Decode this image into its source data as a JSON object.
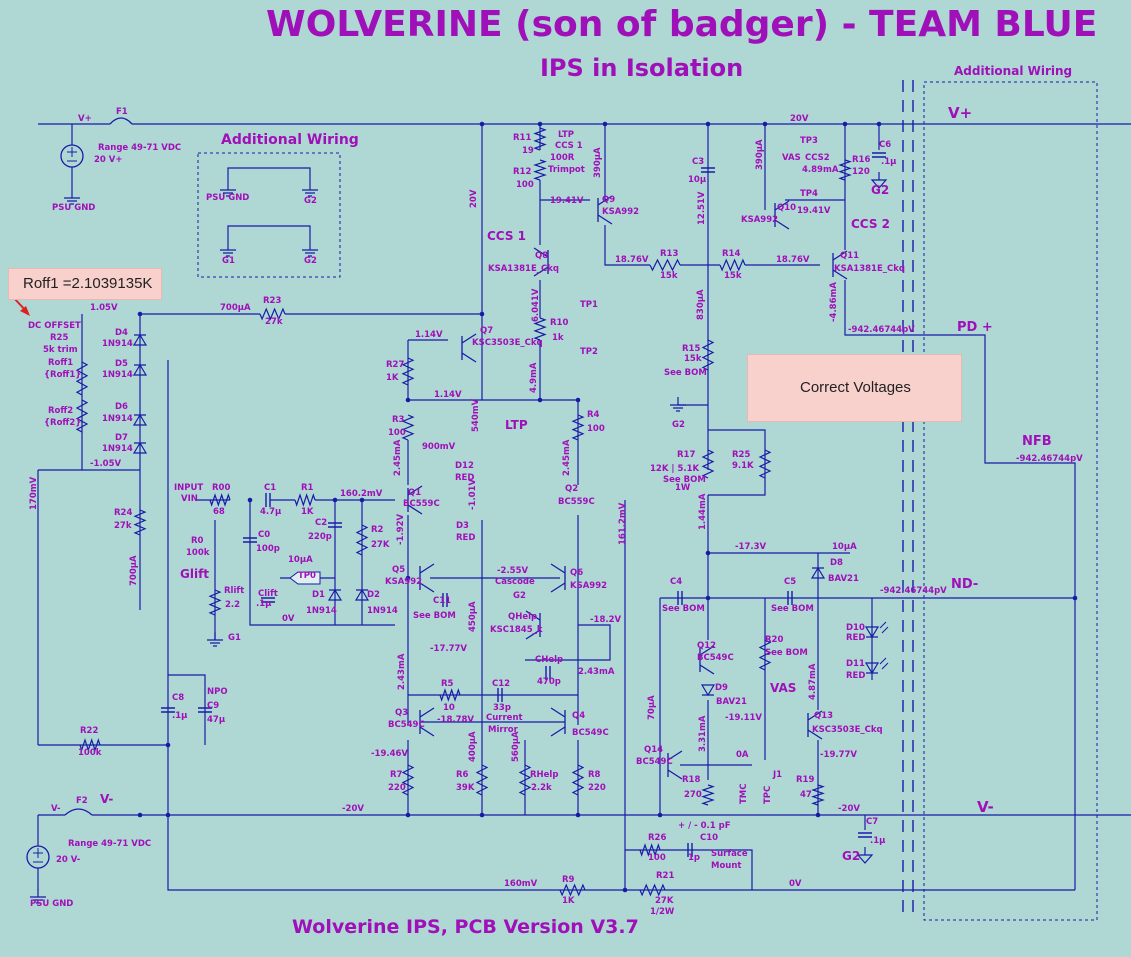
{
  "colors": {
    "background": "#afd8d4",
    "wire": "#1a1aa8",
    "label": "#a010b8",
    "component": "#1a1aa8",
    "note": "#f8d0cc",
    "arrow": "#e02020"
  },
  "title": "WOLVERINE (son of badger) - TEAM BLUE",
  "subtitle": "IPS in Isolation",
  "footer": "Wolverine IPS, PCB Version V3.7",
  "notes": {
    "roff1": "Roff1 =2.1039135K",
    "correct": "Correct Voltages"
  },
  "rails": {
    "vplus": "V+",
    "vminus": "V-",
    "pd": "PD +",
    "nd": "ND-",
    "nfb": "NFB"
  },
  "labels": [
    {
      "id": "aw1",
      "text": "Additional Wiring",
      "size": "big"
    },
    {
      "id": "aw2",
      "text": "Additional Wiring",
      "size": "med"
    },
    {
      "id": "vp_src",
      "text": "V+"
    },
    {
      "id": "f1",
      "text": "F1"
    },
    {
      "id": "range1",
      "text": "Range 49-71 VDC"
    },
    {
      "id": "src1",
      "text": "20  V+"
    },
    {
      "id": "psu1",
      "text": "PSU GND"
    },
    {
      "id": "psugnd_w",
      "text": "PSU GND"
    },
    {
      "id": "g2_w",
      "text": "G2"
    },
    {
      "id": "g1_w",
      "text": "G1"
    },
    {
      "id": "g2_w2",
      "text": "G2"
    },
    {
      "id": "v20a",
      "text": "20V"
    },
    {
      "id": "v20b",
      "text": "20V"
    },
    {
      "id": "ccs1",
      "text": "CCS 1",
      "size": "med"
    },
    {
      "id": "ccs2",
      "text": "CCS 2",
      "size": "med"
    },
    {
      "id": "r11",
      "text": "R11"
    },
    {
      "id": "r11v",
      "text": "19"
    },
    {
      "id": "r12",
      "text": "R12"
    },
    {
      "id": "r12v",
      "text": "100"
    },
    {
      "id": "ltp1",
      "text": "LTP"
    },
    {
      "id": "ccs1b",
      "text": "CCS 1"
    },
    {
      "id": "r100",
      "text": "100R"
    },
    {
      "id": "trim",
      "text": "Trimpot"
    },
    {
      "id": "i390a",
      "text": "390µA"
    },
    {
      "id": "q9",
      "text": "Q9"
    },
    {
      "id": "ksa992a",
      "text": "KSA992"
    },
    {
      "id": "v1941a",
      "text": "19.41V"
    },
    {
      "id": "q8",
      "text": "Q8"
    },
    {
      "id": "ksa1381a",
      "text": "KSA1381E_Ckq"
    },
    {
      "id": "v1876a",
      "text": "18.76V"
    },
    {
      "id": "r13",
      "text": "R13"
    },
    {
      "id": "r13v",
      "text": "15k"
    },
    {
      "id": "r14",
      "text": "R14"
    },
    {
      "id": "r14v",
      "text": "15k"
    },
    {
      "id": "v1876b",
      "text": "18.76V"
    },
    {
      "id": "c3",
      "text": "C3"
    },
    {
      "id": "c3v",
      "text": "10µ"
    },
    {
      "id": "v1251",
      "text": "12.51V"
    },
    {
      "id": "tp3",
      "text": "TP3"
    },
    {
      "id": "tp4",
      "text": "TP4"
    },
    {
      "id": "vas1",
      "text": "VAS"
    },
    {
      "id": "ccs2b",
      "text": "CCS2"
    },
    {
      "id": "i489",
      "text": "4.89mA"
    },
    {
      "id": "r16",
      "text": "R16"
    },
    {
      "id": "r16v",
      "text": "120"
    },
    {
      "id": "c6",
      "text": "C6"
    },
    {
      "id": "c6v",
      "text": ".1µ"
    },
    {
      "id": "g2a",
      "text": "G2",
      "size": "med"
    },
    {
      "id": "i390b",
      "text": "390µA"
    },
    {
      "id": "q10",
      "text": "Q10"
    },
    {
      "id": "ksa992b",
      "text": "KSA992"
    },
    {
      "id": "v1941b",
      "text": "19.41V"
    },
    {
      "id": "q11",
      "text": "Q11"
    },
    {
      "id": "ksa1381b",
      "text": "KSA1381E_Ckq"
    },
    {
      "id": "i486",
      "text": "-4.86mA"
    },
    {
      "id": "v942a",
      "text": "-942.46744pV"
    },
    {
      "id": "v105a",
      "text": "1.05V"
    },
    {
      "id": "i700a",
      "text": "700µA"
    },
    {
      "id": "r23",
      "text": "R23"
    },
    {
      "id": "r23v",
      "text": "27k"
    },
    {
      "id": "dcoff",
      "text": "DC OFFSET"
    },
    {
      "id": "r25a",
      "text": "R25"
    },
    {
      "id": "trim5k",
      "text": "5k trim"
    },
    {
      "id": "roff1",
      "text": "Roff1"
    },
    {
      "id": "roff1v",
      "text": "{Roff1}"
    },
    {
      "id": "roff2",
      "text": "Roff2"
    },
    {
      "id": "roff2v",
      "text": "{Roff2}"
    },
    {
      "id": "d4",
      "text": "D4"
    },
    {
      "id": "d4v",
      "text": "1N914"
    },
    {
      "id": "d5",
      "text": "D5"
    },
    {
      "id": "d5v",
      "text": "1N914"
    },
    {
      "id": "d6",
      "text": "D6"
    },
    {
      "id": "d6v",
      "text": "1N914"
    },
    {
      "id": "d7",
      "text": "D7"
    },
    {
      "id": "d7v",
      "text": "1N914"
    },
    {
      "id": "v105b",
      "text": "-1.05V"
    },
    {
      "id": "v170",
      "text": "170mV"
    },
    {
      "id": "v604",
      "text": "6.041V"
    },
    {
      "id": "tp1",
      "text": "TP1"
    },
    {
      "id": "tp2",
      "text": "TP2"
    },
    {
      "id": "r10",
      "text": "R10"
    },
    {
      "id": "r10v",
      "text": "1k"
    },
    {
      "id": "i49",
      "text": "4.9mA"
    },
    {
      "id": "q7",
      "text": "Q7"
    },
    {
      "id": "ksc3503a",
      "text": "KSC3503E_Ckq"
    },
    {
      "id": "v114a",
      "text": "1.14V"
    },
    {
      "id": "r27",
      "text": "R27"
    },
    {
      "id": "r27v",
      "text": "1K"
    },
    {
      "id": "v114b",
      "text": "1.14V"
    },
    {
      "id": "i830",
      "text": "830µA"
    },
    {
      "id": "r15",
      "text": "R15"
    },
    {
      "id": "r15v",
      "text": "15k"
    },
    {
      "id": "r15b",
      "text": "See BOM"
    },
    {
      "id": "g2b",
      "text": "G2"
    },
    {
      "id": "r3",
      "text": "R3"
    },
    {
      "id": "r3v",
      "text": "100"
    },
    {
      "id": "r4",
      "text": "R4"
    },
    {
      "id": "r4v",
      "text": "100"
    },
    {
      "id": "ltp2",
      "text": "LTP",
      "size": "med"
    },
    {
      "id": "i540",
      "text": "540mV"
    },
    {
      "id": "v900",
      "text": "900mV"
    },
    {
      "id": "i245a",
      "text": "2.45mA"
    },
    {
      "id": "i245b",
      "text": "2.45mA"
    },
    {
      "id": "d12",
      "text": "D12"
    },
    {
      "id": "d12v",
      "text": "RED"
    },
    {
      "id": "d3",
      "text": "D3"
    },
    {
      "id": "d3v",
      "text": "RED"
    },
    {
      "id": "v101",
      "text": "-1.01V"
    },
    {
      "id": "r17",
      "text": "R17"
    },
    {
      "id": "r17v",
      "text": "12K | 5.1K"
    },
    {
      "id": "r17b",
      "text": "See BOM"
    },
    {
      "id": "r17c",
      "text": "1W"
    },
    {
      "id": "r25",
      "text": "R25"
    },
    {
      "id": "r25v",
      "text": "9.1K"
    },
    {
      "id": "input",
      "text": "INPUT"
    },
    {
      "id": "vin",
      "text": "VIN"
    },
    {
      "id": "r00",
      "text": "R00"
    },
    {
      "id": "r00v",
      "text": "68"
    },
    {
      "id": "c1",
      "text": "C1"
    },
    {
      "id": "c1v",
      "text": "4.7µ"
    },
    {
      "id": "r1",
      "text": "R1"
    },
    {
      "id": "r1v",
      "text": "1K"
    },
    {
      "id": "v160a",
      "text": "160.2mV"
    },
    {
      "id": "q1",
      "text": "Q1"
    },
    {
      "id": "bc559a",
      "text": "BC559C"
    },
    {
      "id": "q2",
      "text": "Q2"
    },
    {
      "id": "bc559b",
      "text": "BC559C"
    },
    {
      "id": "v161",
      "text": "161.2mV"
    },
    {
      "id": "c2",
      "text": "C2"
    },
    {
      "id": "c2v",
      "text": "220p"
    },
    {
      "id": "r2",
      "text": "R2"
    },
    {
      "id": "r2v",
      "text": "27K"
    },
    {
      "id": "r0",
      "text": "R0"
    },
    {
      "id": "r0v",
      "text": "100k"
    },
    {
      "id": "c0",
      "text": "C0"
    },
    {
      "id": "c0v",
      "text": "100p"
    },
    {
      "id": "r24",
      "text": "R24"
    },
    {
      "id": "r24v",
      "text": "27k"
    },
    {
      "id": "i700b",
      "text": "700µA"
    },
    {
      "id": "glift",
      "text": "Glift",
      "size": "med"
    },
    {
      "id": "i10a",
      "text": "10µA"
    },
    {
      "id": "tp0",
      "text": "TP0"
    },
    {
      "id": "rlift",
      "text": "Rlift"
    },
    {
      "id": "rliftv",
      "text": "2.2"
    },
    {
      "id": "clift",
      "text": "Clift"
    },
    {
      "id": "cliftv",
      "text": ".1µ"
    },
    {
      "id": "d1",
      "text": "D1"
    },
    {
      "id": "d1v",
      "text": "1N914"
    },
    {
      "id": "d2",
      "text": "D2"
    },
    {
      "id": "d2v",
      "text": "1N914"
    },
    {
      "id": "g1a",
      "text": "G1"
    },
    {
      "id": "v0a",
      "text": "0V"
    },
    {
      "id": "v192",
      "text": "-1.92V"
    },
    {
      "id": "q5",
      "text": "Q5"
    },
    {
      "id": "ksa992c",
      "text": "KSA992"
    },
    {
      "id": "q6",
      "text": "Q6"
    },
    {
      "id": "ksa992d",
      "text": "KSA992"
    },
    {
      "id": "v255",
      "text": "-2.55V"
    },
    {
      "id": "casc",
      "text": "Cascode"
    },
    {
      "id": "c11",
      "text": "C11"
    },
    {
      "id": "c11b",
      "text": "See BOM"
    },
    {
      "id": "i450",
      "text": "450µA"
    },
    {
      "id": "g2c",
      "text": "G2"
    },
    {
      "id": "qhelp",
      "text": "QHelp"
    },
    {
      "id": "ksc1845",
      "text": "KSC1845_k"
    },
    {
      "id": "v182",
      "text": "-18.2V"
    },
    {
      "id": "v1777",
      "text": "-17.77V"
    },
    {
      "id": "chelp",
      "text": "CHelp"
    },
    {
      "id": "chelpv",
      "text": "470p"
    },
    {
      "id": "i243a",
      "text": "2.43mA"
    },
    {
      "id": "i243b",
      "text": "2.43mA"
    },
    {
      "id": "r5",
      "text": "R5"
    },
    {
      "id": "r5v",
      "text": "10"
    },
    {
      "id": "c12",
      "text": "C12"
    },
    {
      "id": "c12v",
      "text": "33p"
    },
    {
      "id": "q3",
      "text": "Q3"
    },
    {
      "id": "bc549a",
      "text": "BC549C"
    },
    {
      "id": "q4",
      "text": "Q4"
    },
    {
      "id": "bc549b",
      "text": "BC549C"
    },
    {
      "id": "v1878",
      "text": "-18.78V"
    },
    {
      "id": "curr",
      "text": "Current"
    },
    {
      "id": "mirr",
      "text": "Mirror"
    },
    {
      "id": "v1946",
      "text": "-19.46V"
    },
    {
      "id": "i400",
      "text": "400µA"
    },
    {
      "id": "i560",
      "text": "560µA"
    },
    {
      "id": "r7",
      "text": "R7"
    },
    {
      "id": "r7v",
      "text": "220"
    },
    {
      "id": "r6",
      "text": "R6"
    },
    {
      "id": "r6v",
      "text": "39K"
    },
    {
      "id": "rhelp",
      "text": "RHelp"
    },
    {
      "id": "rhelpv",
      "text": "2.2k"
    },
    {
      "id": "r8",
      "text": "R8"
    },
    {
      "id": "r8v",
      "text": "220"
    },
    {
      "id": "c8",
      "text": "C8"
    },
    {
      "id": "c8v",
      "text": ".1µ"
    },
    {
      "id": "npo",
      "text": "NPO"
    },
    {
      "id": "c9",
      "text": "C9"
    },
    {
      "id": "c9v",
      "text": "47µ"
    },
    {
      "id": "r22",
      "text": "R22"
    },
    {
      "id": "r22v",
      "text": "100k"
    },
    {
      "id": "vm_src",
      "text": "V-"
    },
    {
      "id": "f2",
      "text": "F2"
    },
    {
      "id": "vm2",
      "text": "V-",
      "size": "med"
    },
    {
      "id": "range2",
      "text": "Range 49-71 VDC"
    },
    {
      "id": "src2",
      "text": "20  V-"
    },
    {
      "id": "psu2",
      "text": "PSU GND"
    },
    {
      "id": "v20m",
      "text": "-20V"
    },
    {
      "id": "v20m2",
      "text": "-20V"
    },
    {
      "id": "i144",
      "text": "1.44mA"
    },
    {
      "id": "v173",
      "text": "-17.3V"
    },
    {
      "id": "i10b",
      "text": "10µA"
    },
    {
      "id": "d8",
      "text": "D8"
    },
    {
      "id": "d8v",
      "text": "BAV21"
    },
    {
      "id": "v942b",
      "text": "-942.46744pV"
    },
    {
      "id": "v942c",
      "text": "-942.46744pV"
    },
    {
      "id": "c4",
      "text": "C4"
    },
    {
      "id": "c4b",
      "text": "See BOM"
    },
    {
      "id": "c5",
      "text": "C5"
    },
    {
      "id": "c5b",
      "text": "See BOM"
    },
    {
      "id": "d10",
      "text": "D10"
    },
    {
      "id": "d10v",
      "text": "RED"
    },
    {
      "id": "d11",
      "text": "D11"
    },
    {
      "id": "d11v",
      "text": "RED"
    },
    {
      "id": "q12",
      "text": "Q12"
    },
    {
      "id": "bc549c",
      "text": "BC549C"
    },
    {
      "id": "r20",
      "text": "R20"
    },
    {
      "id": "r20b",
      "text": "See BOM"
    },
    {
      "id": "d9",
      "text": "D9"
    },
    {
      "id": "d9v",
      "text": "BAV21"
    },
    {
      "id": "vas2",
      "text": "VAS",
      "size": "med"
    },
    {
      "id": "i487",
      "text": "4.87mA"
    },
    {
      "id": "i70",
      "text": "70µA"
    },
    {
      "id": "v1911",
      "text": "-19.11V"
    },
    {
      "id": "q13",
      "text": "Q13"
    },
    {
      "id": "ksc3503b",
      "text": "KSC3503E_Ckq"
    },
    {
      "id": "q14",
      "text": "Q14"
    },
    {
      "id": "bc549d",
      "text": "BC549C"
    },
    {
      "id": "i331",
      "text": "3.31mA"
    },
    {
      "id": "v0b",
      "text": "0A"
    },
    {
      "id": "j1",
      "text": "J1"
    },
    {
      "id": "v1977",
      "text": "-19.77V"
    },
    {
      "id": "r18",
      "text": "R18"
    },
    {
      "id": "r18v",
      "text": "270"
    },
    {
      "id": "r19",
      "text": "R19"
    },
    {
      "id": "r19v",
      "text": "47"
    },
    {
      "id": "tmc",
      "text": "TMC"
    },
    {
      "id": "tpc",
      "text": "TPC"
    },
    {
      "id": "c7",
      "text": "C7"
    },
    {
      "id": "c7v",
      "text": ".1µ"
    },
    {
      "id": "g2d",
      "text": "G2",
      "size": "med"
    },
    {
      "id": "pf01",
      "text": "+ / - 0.1 pF"
    },
    {
      "id": "r26",
      "text": "R26"
    },
    {
      "id": "r26v",
      "text": "100"
    },
    {
      "id": "c10",
      "text": "C10"
    },
    {
      "id": "c10v",
      "text": "1p"
    },
    {
      "id": "surf",
      "text": "Surface"
    },
    {
      "id": "mount",
      "text": "Mount"
    },
    {
      "id": "v160b",
      "text": "160mV"
    },
    {
      "id": "r9",
      "text": "R9"
    },
    {
      "id": "r9v",
      "text": "1K"
    },
    {
      "id": "r21",
      "text": "R21"
    },
    {
      "id": "r21v",
      "text": "27K"
    },
    {
      "id": "r21b",
      "text": "1/2W"
    },
    {
      "id": "v0c",
      "text": "0V"
    }
  ]
}
